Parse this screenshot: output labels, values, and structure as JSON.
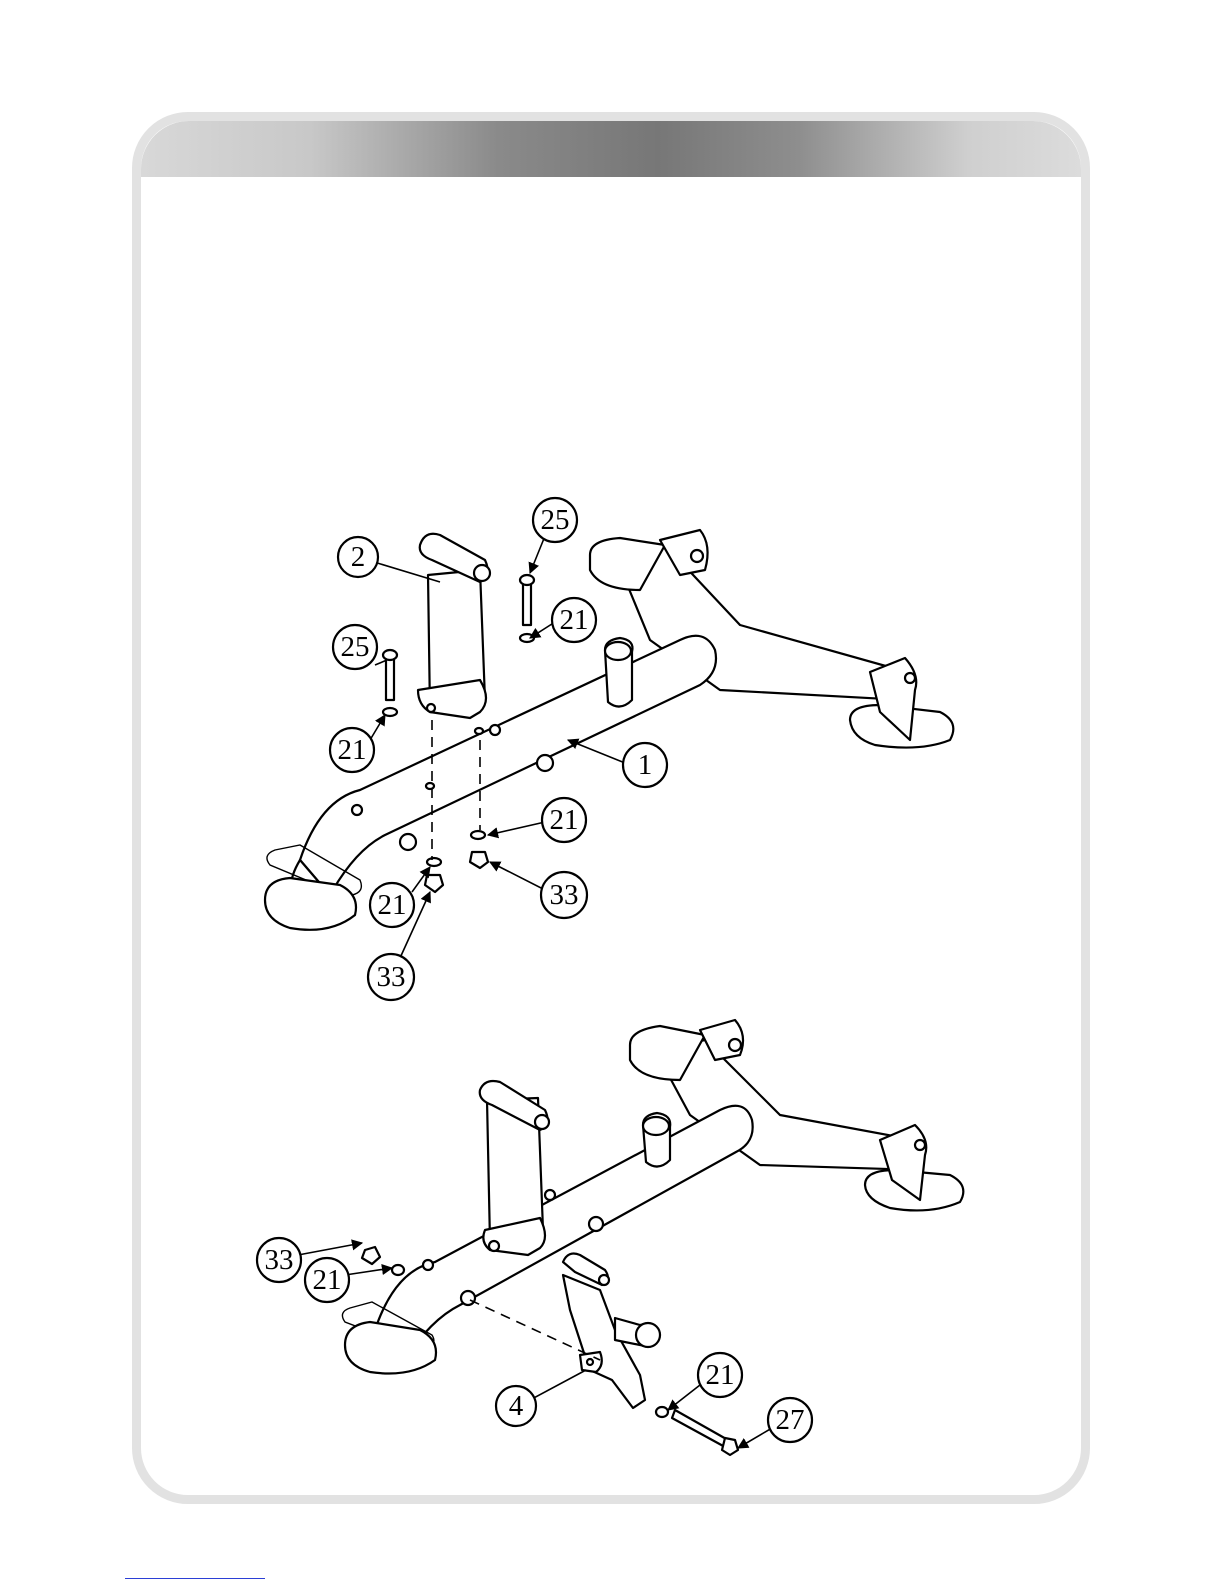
{
  "diagram_top": {
    "callouts": [
      "25",
      "2",
      "21",
      "25",
      "21",
      "1",
      "21",
      "33",
      "21",
      "33"
    ]
  },
  "diagram_bottom": {
    "callouts": [
      "33",
      "21",
      "4",
      "21",
      "27"
    ]
  },
  "colors": {
    "panel_border": "#e2e2e2",
    "header_gradient_dark": "#777777",
    "header_gradient_light": "#dcdcdc",
    "line_art": "#000000"
  }
}
